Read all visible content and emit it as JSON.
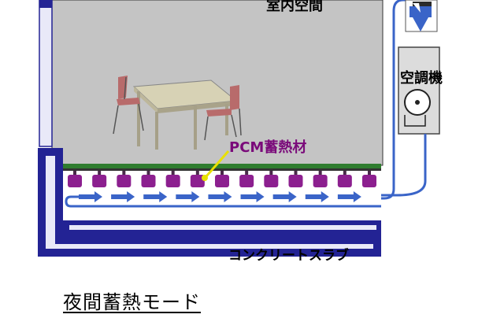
{
  "labels": {
    "room": "室内空間",
    "air_conditioner": "空調機",
    "pcm": "PCM蓄熱材",
    "slab": "コンクリートスラブ",
    "mode": "夜間蓄熱モード"
  },
  "colors": {
    "room_fill": "#c4c4c4",
    "wall_frame": "#232394",
    "wall_inner": "#e9e9f8",
    "pcm_block": "#8c1f8f",
    "floor_strip": "#2f7d2f",
    "airflow": "#3a64c8",
    "pcm_label": "#7a0a7a",
    "pointer": "#e8e000",
    "table": "#d7d2b5",
    "chair": "#b86b6b"
  },
  "icons": {
    "fan": "fan-icon",
    "airflow": "arrow-right-icon"
  },
  "pcm_block_count": 13,
  "airflow_arrow_count": 9
}
